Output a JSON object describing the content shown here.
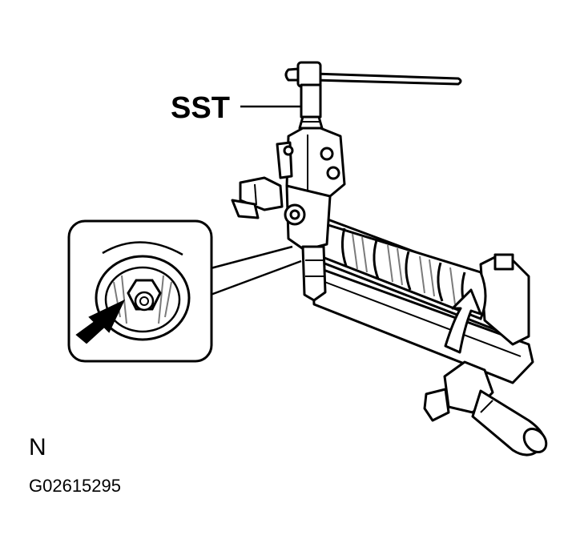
{
  "labels": {
    "sst": "SST",
    "corner_letter": "N",
    "figure_code": "G02615295"
  },
  "colors": {
    "ink": "#000000",
    "paper": "#ffffff",
    "hatch": "#7a7a7a"
  }
}
